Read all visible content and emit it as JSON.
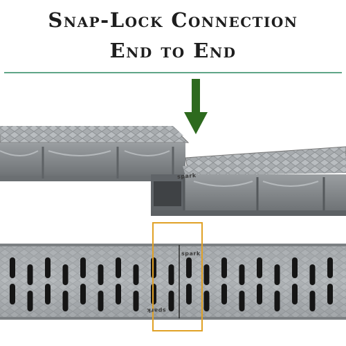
{
  "heading": {
    "line1": "Snap-Lock Connection",
    "line2": "End to End"
  },
  "brand_mark": "spark",
  "colors": {
    "divider": "#5fa587",
    "arrow": "#2d6a1e",
    "highlight_frame": "#e0a126",
    "channel_gray": "#8b8f92",
    "grate_gray": "#a3a7aa",
    "slot_dark": "#151515"
  },
  "icons": [
    "down-arrow-icon",
    "connection-highlight-frame"
  ]
}
